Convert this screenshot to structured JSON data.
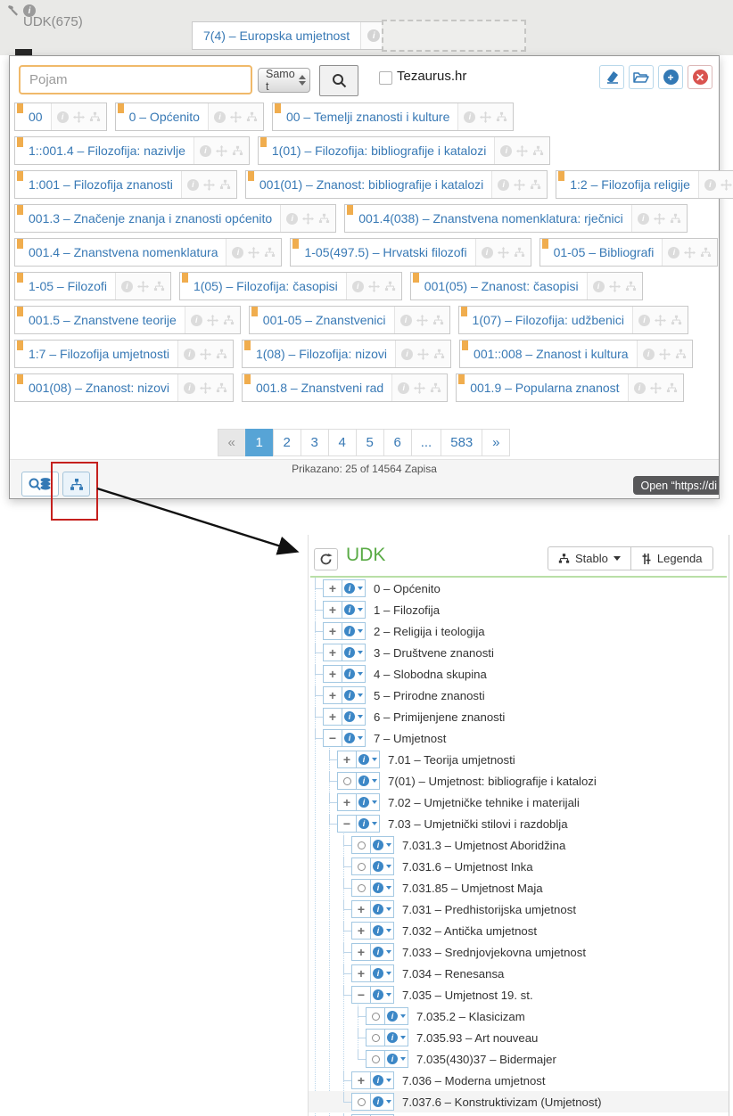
{
  "header": {
    "code_label": "UDK(675)",
    "chip_label": "7(4) – Europska umjetnost"
  },
  "search": {
    "placeholder": "Pojam",
    "filter_value": "Samo t",
    "checkbox_label": "Tezaurus.hr"
  },
  "chips": {
    "rows": [
      [
        "00",
        "0 – Općenito",
        "00 – Temelji znanosti i kulture"
      ],
      [
        "1::001.4 – Filozofija: nazivlje",
        "1(01) – Filozofija: bibliografije i katalozi"
      ],
      [
        "1:001 – Filozofija znanosti",
        "001(01) – Znanost: bibliografije i katalozi",
        "1:2 – Filozofija religije"
      ],
      [
        "001.3 – Značenje znanja i znanosti općenito",
        "001.4(038) – Znanstvena nomenklatura: rječnici"
      ],
      [
        "001.4 – Znanstvena nomenklatura",
        "1-05(497.5) – Hrvatski filozofi",
        "01-05 – Bibliografi"
      ],
      [
        "1-05 – Filozofi",
        "1(05) – Filozofija: časopisi",
        "001(05) – Znanost: časopisi"
      ],
      [
        "001.5 – Znanstvene teorije",
        "001-05 – Znanstvenici",
        "1(07) – Filozofija: udžbenici"
      ],
      [
        "1:7 – Filozofija umjetnosti",
        "1(08) – Filozofija: nizovi",
        "001::008 – Znanost i kultura"
      ],
      [
        "001(08) – Znanost: nizovi",
        "001.8 – Znanstveni rad",
        "001.9 – Popularna znanost"
      ]
    ]
  },
  "pagination": {
    "items": [
      {
        "label": "«",
        "kind": "prev"
      },
      {
        "label": "1",
        "kind": "active"
      },
      {
        "label": "2",
        "kind": "page"
      },
      {
        "label": "3",
        "kind": "page"
      },
      {
        "label": "4",
        "kind": "page"
      },
      {
        "label": "5",
        "kind": "page"
      },
      {
        "label": "6",
        "kind": "page"
      },
      {
        "label": "...",
        "kind": "page"
      },
      {
        "label": "583",
        "kind": "page"
      },
      {
        "label": "»",
        "kind": "next"
      }
    ],
    "summary": "Prikazano: 25 of 14564 Zapisa"
  },
  "status_tooltip": "Open “https://di",
  "tree": {
    "title": "UDK",
    "stablo_button": "Stablo",
    "legenda_button": "Legenda",
    "rows": [
      {
        "level": 0,
        "toggle": "plus",
        "label": "0 – Općenito"
      },
      {
        "level": 0,
        "toggle": "plus",
        "label": "1 – Filozofija"
      },
      {
        "level": 0,
        "toggle": "plus",
        "label": "2 – Religija i teologija"
      },
      {
        "level": 0,
        "toggle": "plus",
        "label": "3 – Društvene znanosti"
      },
      {
        "level": 0,
        "toggle": "plus",
        "label": "4 – Slobodna skupina"
      },
      {
        "level": 0,
        "toggle": "plus",
        "label": "5 – Prirodne znanosti"
      },
      {
        "level": 0,
        "toggle": "plus",
        "label": "6 – Primijenjene znanosti"
      },
      {
        "level": 0,
        "toggle": "minus",
        "label": "7 – Umjetnost"
      },
      {
        "level": 1,
        "toggle": "plus",
        "label": "7.01 – Teorija umjetnosti"
      },
      {
        "level": 1,
        "toggle": "circle",
        "label": "7(01) – Umjetnost: bibliografije i katalozi"
      },
      {
        "level": 1,
        "toggle": "plus",
        "label": "7.02 – Umjetničke tehnike i materijali"
      },
      {
        "level": 1,
        "toggle": "minus",
        "label": "7.03 – Umjetnički stilovi i razdoblja"
      },
      {
        "level": 2,
        "toggle": "circle",
        "label": "7.031.3 – Umjetnost Aboridžina"
      },
      {
        "level": 2,
        "toggle": "circle",
        "label": "7.031.6 – Umjetnost Inka"
      },
      {
        "level": 2,
        "toggle": "circle",
        "label": "7.031.85 – Umjetnost Maja"
      },
      {
        "level": 2,
        "toggle": "plus",
        "label": "7.031 – Predhistorijska umjetnost"
      },
      {
        "level": 2,
        "toggle": "plus",
        "label": "7.032 – Antička umjetnost"
      },
      {
        "level": 2,
        "toggle": "plus",
        "label": "7.033 – Srednjovjekovna umjetnost"
      },
      {
        "level": 2,
        "toggle": "plus",
        "label": "7.034 – Renesansa"
      },
      {
        "level": 2,
        "toggle": "minus",
        "label": "7.035 – Umjetnost 19. st."
      },
      {
        "level": 3,
        "toggle": "circle",
        "label": "7.035.2 – Klasicizam"
      },
      {
        "level": 3,
        "toggle": "circle",
        "label": "7.035.93 – Art nouveau"
      },
      {
        "level": 3,
        "toggle": "circle",
        "label": "7.035(430)37 – Bidermajer"
      },
      {
        "level": 2,
        "toggle": "plus",
        "label": "7.036 – Moderna umjetnost"
      },
      {
        "level": 2,
        "toggle": "circle",
        "label": "7.037.6 – Konstruktivizam (Umjetnost)",
        "highlighted": true
      },
      {
        "level": 2,
        "toggle": "plus",
        "label": ""
      }
    ]
  },
  "colors": {
    "accent_blue": "#3879b5",
    "orange_marker": "#f0ad4e",
    "active_page_blue": "#57a4d6",
    "tree_green": "#5aab46",
    "annotation_red": "#c5201d",
    "tooltip_bg": "#58585a"
  }
}
